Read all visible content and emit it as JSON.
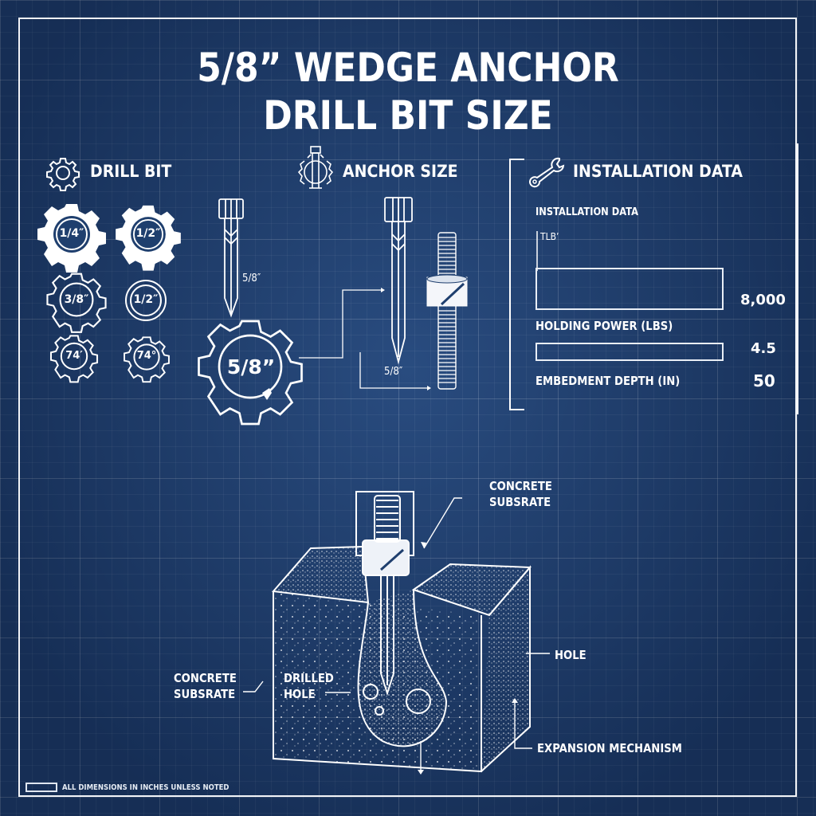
{
  "title": {
    "line1": "5/8” WEDGE ANCHOR",
    "line2": "DRILL BIT SIZE"
  },
  "sections": {
    "drill_bit": {
      "heading": "DRILL BIT",
      "icon": "gear-icon",
      "gears": [
        {
          "label": "1/4″",
          "style": "solid"
        },
        {
          "label": "1/2″",
          "style": "solid"
        },
        {
          "label": "3/8″",
          "style": "outline"
        },
        {
          "label": "1/2″",
          "style": "ring"
        },
        {
          "label": "74′",
          "style": "outline"
        },
        {
          "label": "74°",
          "style": "outline"
        }
      ]
    },
    "anchor_size": {
      "heading": "ANCHOR SIZE",
      "icon": "anchor-gear-icon",
      "bolt_left_label": "5/8″",
      "big_gear_label": "5/8”",
      "bolt_right_label": "5/8″"
    },
    "installation_data": {
      "heading": "INSTALLATION DATA",
      "icon": "wrench-icon",
      "subheading": "INSTALLATION DATA",
      "axis_label": "TLB’",
      "rows": [
        {
          "label": "HOLDING POWER (LBS)",
          "value": "8,000"
        },
        {
          "label": "EMBEDMENT DEPTH (IN)",
          "value": "4.5"
        },
        {
          "label": "",
          "value": "50"
        }
      ]
    }
  },
  "diagram": {
    "callouts": {
      "top": [
        "CONCRETE",
        "SUBSRATE"
      ],
      "left": [
        "CONCRETE",
        "SUBSRATE"
      ],
      "drilled": [
        "DRILLED",
        "HOLE"
      ],
      "hole": "HOLE",
      "expansion": "EXPANSION MECHANISM"
    }
  },
  "footer": {
    "note": "ALL DIMENSIONS IN INCHES UNLESS NOTED"
  },
  "colors": {
    "background": "#1f3f6e",
    "line": "#ffffff"
  }
}
